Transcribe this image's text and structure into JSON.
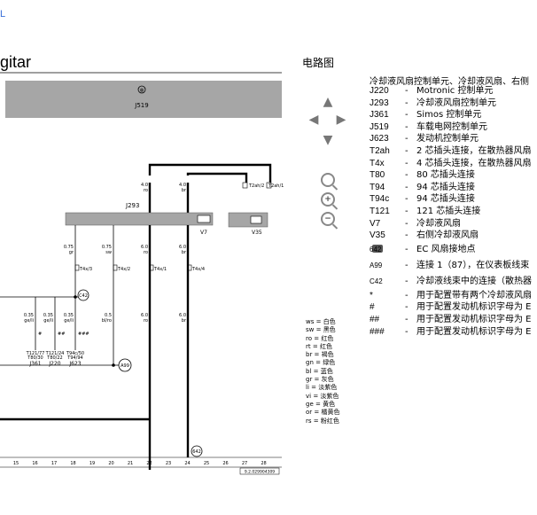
{
  "header": {
    "top_left_glyph": "L",
    "page_title": "gitar"
  },
  "side_title": "电路图",
  "legend_title": "冷却液风扇控制单元、冷却液风扇、右侧",
  "legend": [
    {
      "code": "J220",
      "desc": "Motronic 控制单元"
    },
    {
      "code": "J293",
      "desc": "冷却液风扇控制单元"
    },
    {
      "code": "J361",
      "desc": "Simos 控制单元"
    },
    {
      "code": "J519",
      "desc": "车载电网控制单元"
    },
    {
      "code": "J623",
      "desc": "发动机控制单元"
    },
    {
      "code": "T2ah",
      "desc": "2 芯插头连接，在散热器风扇"
    },
    {
      "code": "T4x",
      "desc": "4 芯插头连接，在散热器风扇"
    },
    {
      "code": "T80",
      "desc": "80 芯插头连接"
    },
    {
      "code": "T94",
      "desc": "94 芯插头连接"
    },
    {
      "code": "T94c",
      "desc": "94 芯插头连接"
    },
    {
      "code": "T121",
      "desc": "121 芯插头连接"
    },
    {
      "code": "V7",
      "desc": "冷却液风扇"
    },
    {
      "code": "V35",
      "desc": "右侧冷却液风扇"
    },
    {
      "code": "642",
      "desc": "EC 风扇接地点"
    },
    {
      "code": "A99",
      "desc": "连接 1（87），在仪表板线束"
    },
    {
      "code": "C42",
      "desc": "冷却液线束中的连接（散热器"
    },
    {
      "code": "*",
      "desc": "用于配置带有两个冷却液风扇"
    },
    {
      "code": "#",
      "desc": "用于配置发动机标识字母为 E"
    },
    {
      "code": "##",
      "desc": "用于配置发动机标识字母为 E"
    },
    {
      "code": "###",
      "desc": "用于配置发动机标识字母为 E"
    }
  ],
  "diagram": {
    "j519_label": "J519",
    "j293_label": "J293",
    "v7_label": "V7",
    "v35_label": "V35",
    "relay_symbol": "⊗",
    "wires_top": [
      {
        "gauge": "4.0",
        "color": "ro"
      },
      {
        "gauge": "4.0",
        "color": "br"
      },
      {
        "gauge": "T2ah/2",
        "color": ""
      },
      {
        "gauge": "T2ah/1",
        "color": ""
      }
    ],
    "wires_mid": [
      {
        "gauge": "0.75",
        "color": "gr",
        "conn": "T4x/3"
      },
      {
        "gauge": "0.75",
        "color": "sw",
        "conn": "T4x/2"
      },
      {
        "gauge": "6.0",
        "color": "ro",
        "conn": "T4x/1"
      },
      {
        "gauge": "6.0",
        "color": "br",
        "conn": "T4x/4"
      }
    ],
    "wires_low": [
      {
        "gauge": "0.35",
        "color": "ge/li"
      },
      {
        "gauge": "0.35",
        "color": "ge/li"
      },
      {
        "gauge": "0.35",
        "color": "ge/li"
      },
      {
        "gauge": "0.5",
        "color": "bl/ro"
      },
      {
        "gauge": "6.0",
        "color": "ro"
      },
      {
        "gauge": "6.0",
        "color": "br"
      }
    ],
    "bottom_conns": [
      {
        "line1": "T121/77",
        "line2": "T80/30",
        "unit": "J361"
      },
      {
        "line1": "T121/24",
        "line2": "T80/22",
        "unit": "J220"
      },
      {
        "line1": "T94c/50",
        "line2": "T94/94",
        "unit": "J623"
      }
    ],
    "marks": [
      "#",
      "##",
      "###"
    ],
    "points": {
      "c42": "C42",
      "a99": "A99",
      "p642": "642"
    },
    "ground_ref": "9.2.029904309",
    "track_numbers": [
      "15",
      "16",
      "17",
      "18",
      "19",
      "20",
      "21",
      "22",
      "23",
      "24",
      "25",
      "26",
      "27",
      "28"
    ]
  },
  "color_key": [
    "ws = 白色",
    "sw = 黑色",
    "ro = 红色",
    "rt = 红色",
    "br = 褐色",
    "gn = 绿色",
    "bl = 蓝色",
    "gr = 灰色",
    "li = 淡紫色",
    "vi = 淡紫色",
    "ge = 黄色",
    "or = 橘黄色",
    "rs = 粉红色"
  ]
}
